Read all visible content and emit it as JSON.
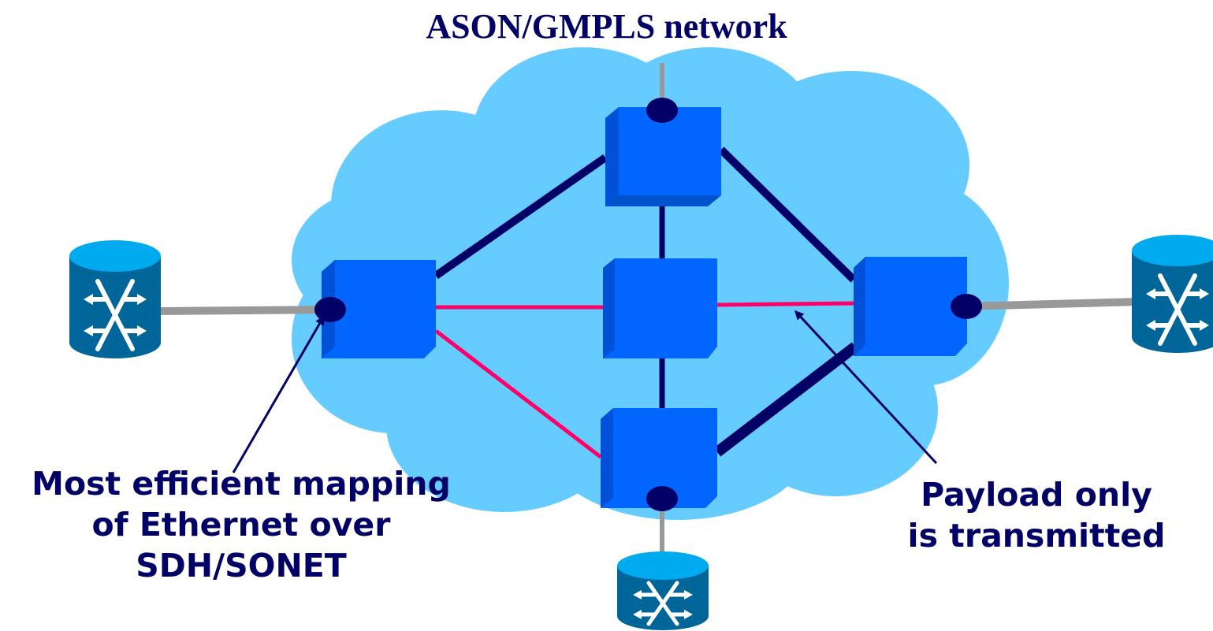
{
  "title": "ASON/GMPLS network",
  "annotations": {
    "left": [
      "Most efficient mapping",
      "of Ethernet over",
      "SDH/SONET"
    ],
    "right": [
      "Payload only",
      "is transmitted"
    ]
  },
  "colors": {
    "cloud": "#66CCFF",
    "node": "#0066FF",
    "trunk_link": "#000066",
    "path_link": "#FF0066",
    "access_link": "#999999",
    "router": "#006699",
    "text": "#000066"
  },
  "icons": {
    "node": "optical-crossconnect-box-icon",
    "router": "router-cylinder-icon",
    "port": "port-dot-icon"
  }
}
